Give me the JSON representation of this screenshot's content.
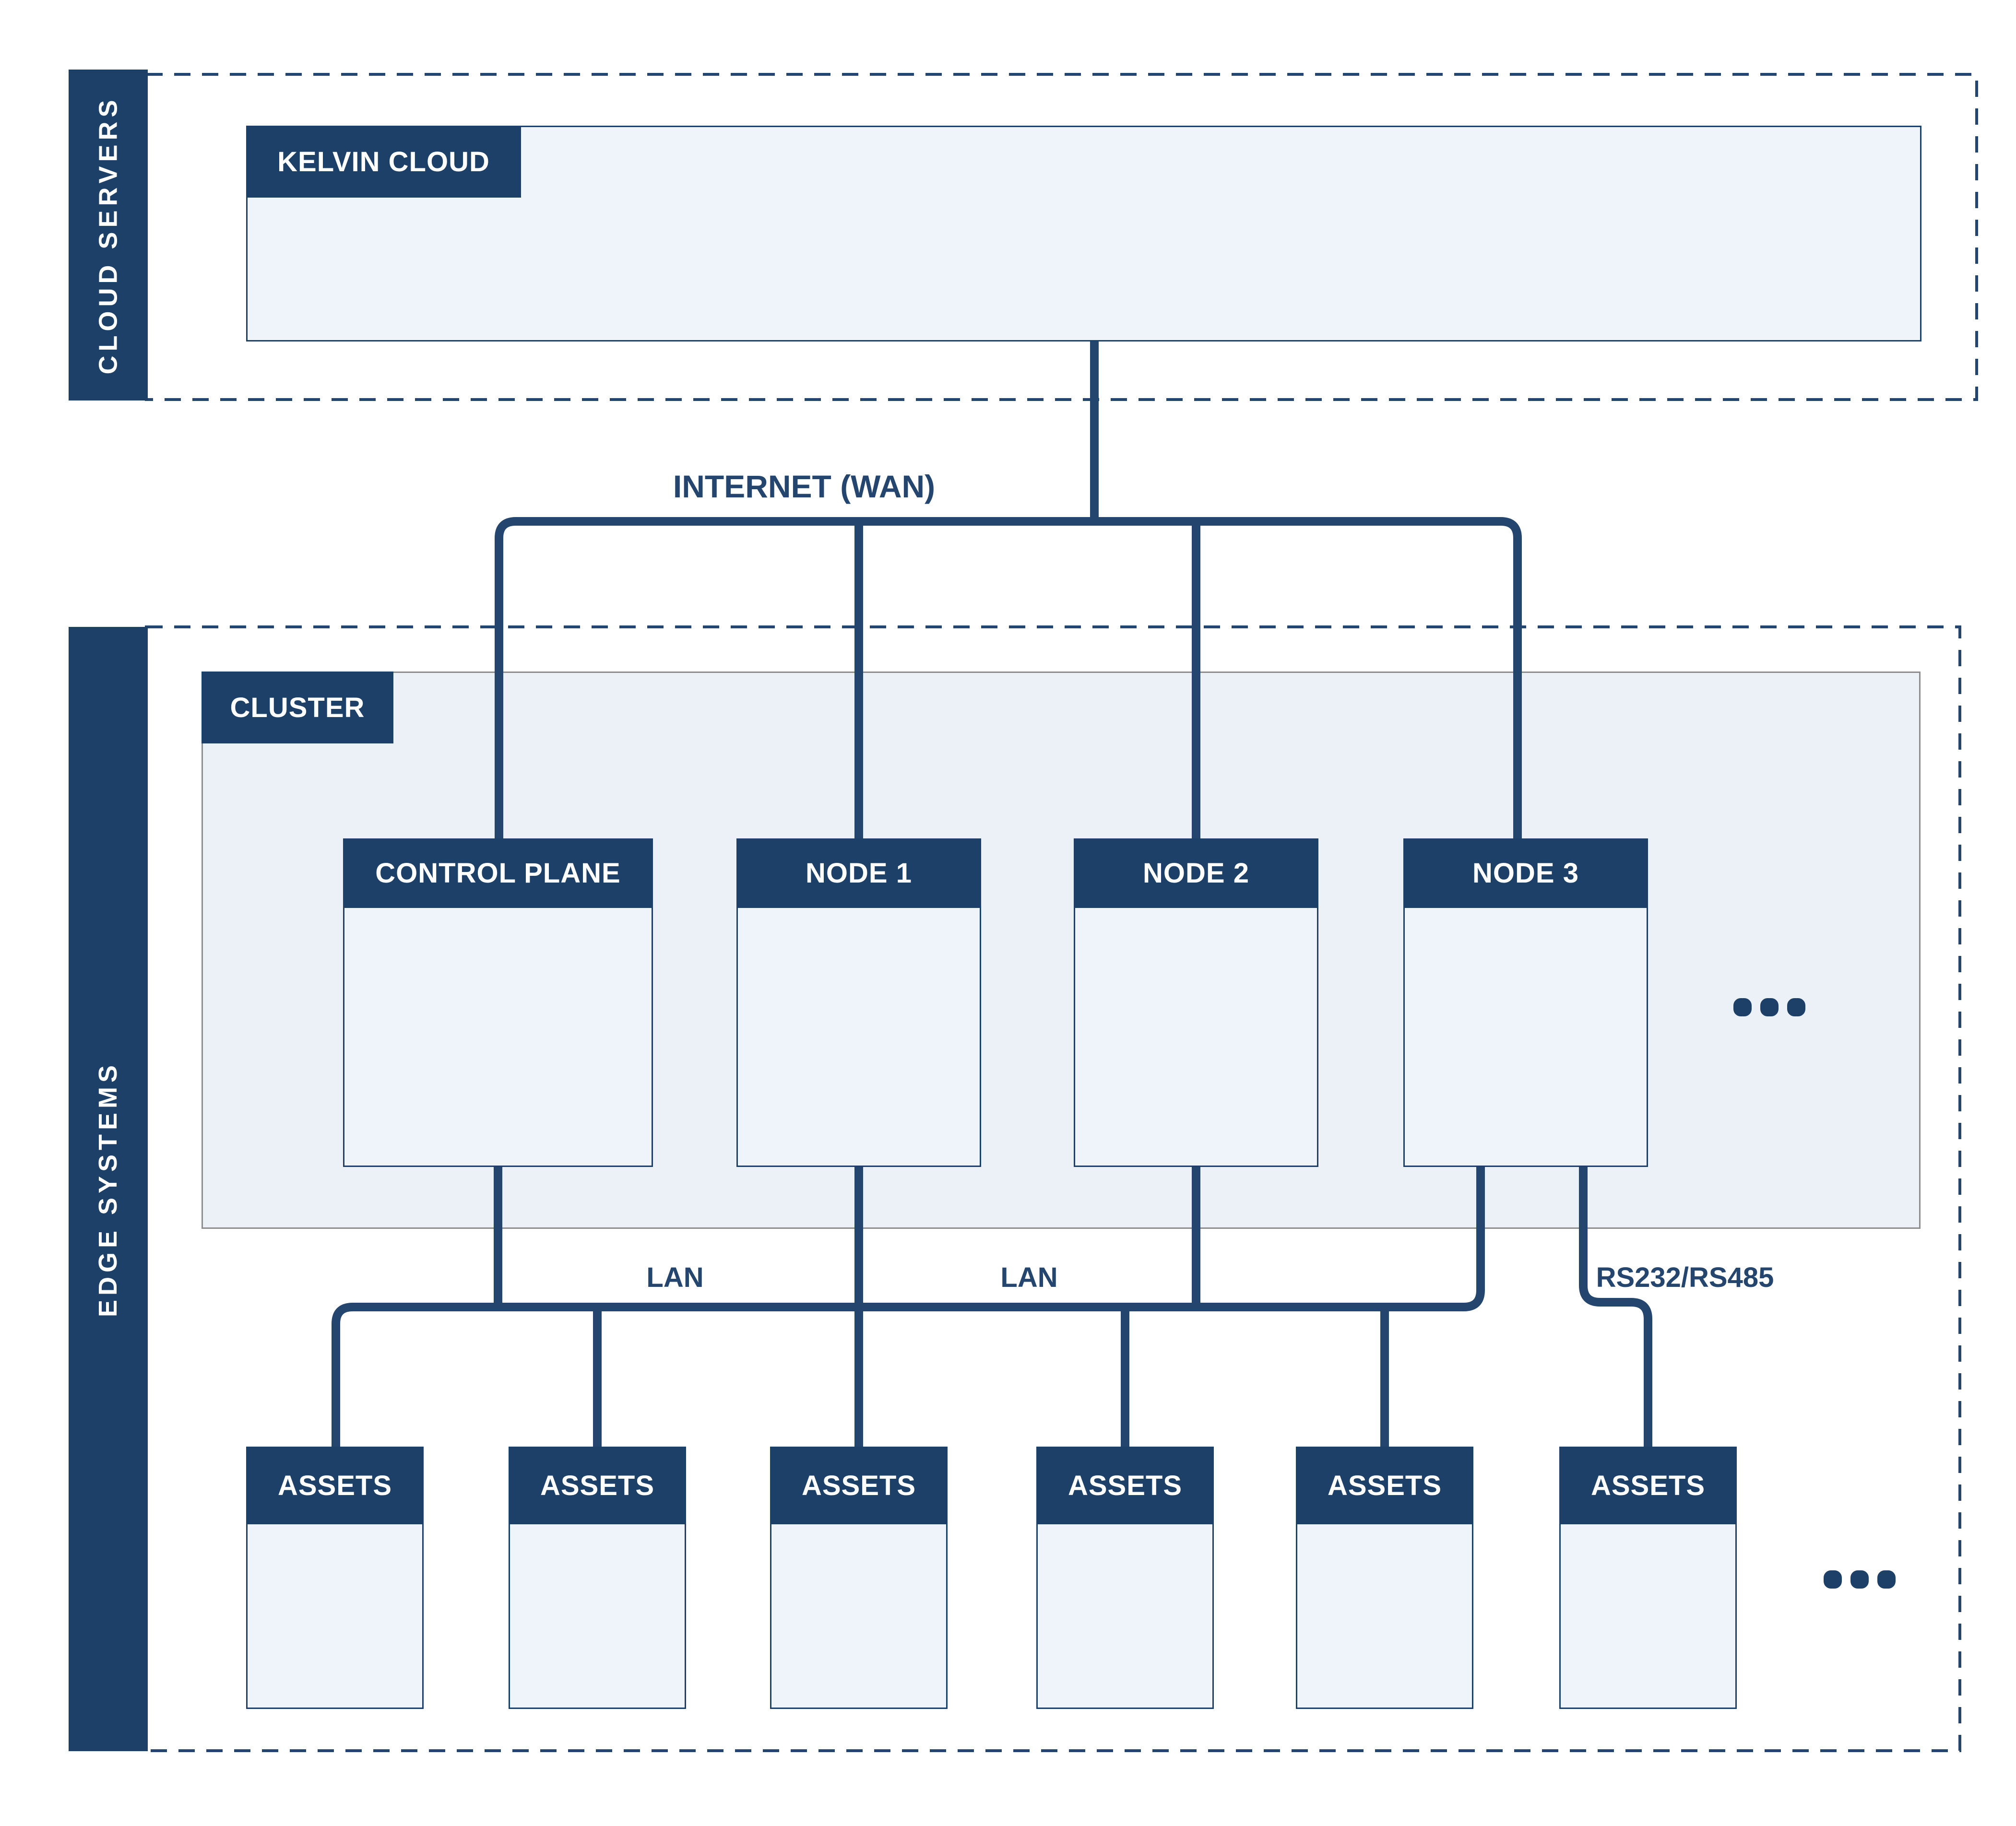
{
  "sections": {
    "cloud_servers": {
      "label": "CLOUD SERVERS"
    },
    "edge_systems": {
      "label": "EDGE SYSTEMS"
    }
  },
  "kelvin_cloud": {
    "label": "KELVIN CLOUD"
  },
  "cluster": {
    "label": "CLUSTER",
    "nodes": [
      {
        "label": "CONTROL PLANE"
      },
      {
        "label": "NODE 1"
      },
      {
        "label": "NODE 2"
      },
      {
        "label": "NODE 3"
      }
    ]
  },
  "assets": [
    {
      "label": "ASSETS"
    },
    {
      "label": "ASSETS"
    },
    {
      "label": "ASSETS"
    },
    {
      "label": "ASSETS"
    },
    {
      "label": "ASSETS"
    },
    {
      "label": "ASSETS"
    }
  ],
  "connections": {
    "wan_label": "INTERNET (WAN)",
    "lan_label_1": "LAN",
    "lan_label_2": "LAN",
    "serial_label": "RS232/RS485"
  },
  "colors": {
    "navy": "#1c4068",
    "line": "#24466e",
    "light_fill": "#eef4fa",
    "cluster_fill": "#ecf1f8",
    "cluster_border": "#8e8e8e",
    "background": "#ffffff",
    "text_on_navy": "#ffffff"
  }
}
